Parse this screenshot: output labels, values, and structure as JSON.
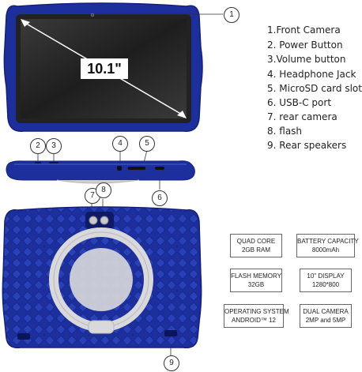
{
  "screen_label": "10.1\"",
  "callouts": [
    "1",
    "2",
    "3",
    "4",
    "5",
    "6",
    "7",
    "8",
    "9"
  ],
  "legend": [
    "1.Front Camera",
    "2. Power Button",
    "3.Volume button",
    "4. Headphone Jack",
    "5. MicroSD card slot",
    "6. USB-C port",
    "7. rear camera",
    "8. flash",
    "9. Rear speakers"
  ],
  "specs": [
    {
      "title": "QUAD CORE",
      "value": "2GB RAM"
    },
    {
      "title": "BATTERY CAPACITY",
      "value": "8000mAh"
    },
    {
      "title": "FLASH MEMORY",
      "value": "32GB"
    },
    {
      "title": "10\" DISPLAY",
      "value": "1280*800"
    },
    {
      "title": "OPERATING SYSTEM",
      "value": "ANDROID™ 12"
    },
    {
      "title": "DUAL CAMERA",
      "value": "2MP and 5MP"
    }
  ],
  "colors": {
    "case_blue": "#1c2f9c",
    "case_dark": "#14207a",
    "screen": "#2b2b2b",
    "stand": "#d9d9dc"
  }
}
